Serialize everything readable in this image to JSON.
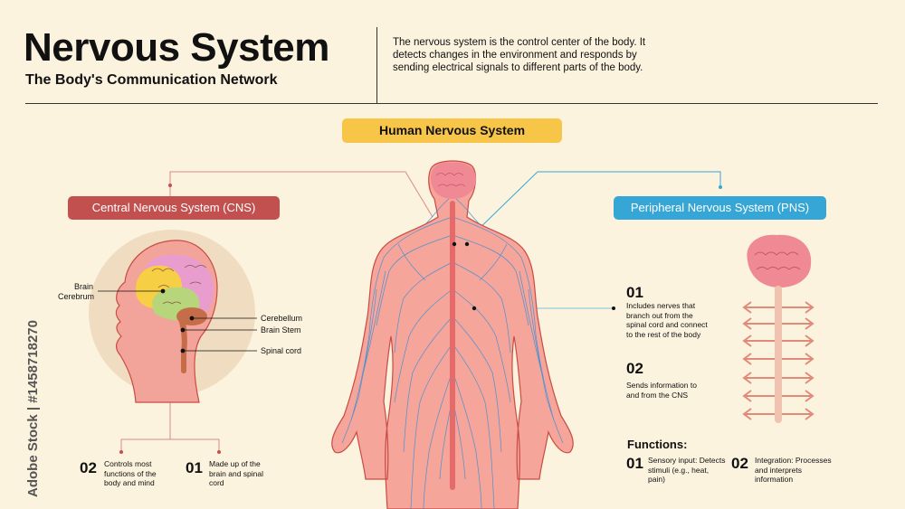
{
  "header": {
    "title": "Nervous System",
    "subtitle": "The Body's Communication Network",
    "intro": "The nervous system is the control center of the body. It detects changes in the environment and responds by sending electrical signals to different parts of the body."
  },
  "main_label": "Human Nervous System",
  "cns": {
    "title": "Central Nervous System (CNS)",
    "labels": {
      "brain": "Brain",
      "cerebrum": "Cerebrum",
      "cerebellum": "Cerebellum",
      "brain_stem": "Brain Stem",
      "spinal_cord": "Spinal cord"
    },
    "facts": [
      {
        "num": "02",
        "text": "Controls most functions of the body and mind"
      },
      {
        "num": "01",
        "text": "Made up of the brain and spinal cord"
      }
    ]
  },
  "pns": {
    "title": "Peripheral Nervous System (PNS)",
    "facts": [
      {
        "num": "01",
        "text": "Includes nerves that branch out from the spinal cord and connect to the rest of the body"
      },
      {
        "num": "02",
        "text": "Sends information to and from the CNS"
      }
    ],
    "functions_title": "Functions:",
    "functions": [
      {
        "num": "01",
        "text": "Sensory input: Detects stimuli (e.g., heat, pain)"
      },
      {
        "num": "02",
        "text": "Integration: Processes and interprets information"
      }
    ]
  },
  "credit": "Adobe Stock | #1458718270",
  "colors": {
    "background": "#fcf3df",
    "accent_yellow": "#f7c548",
    "cns_red": "#c2504f",
    "pns_blue": "#35a6d6",
    "body_pink": "#f5a59a",
    "nerve_blue": "#3b8fd6",
    "brain_pink": "#ef8a95"
  }
}
